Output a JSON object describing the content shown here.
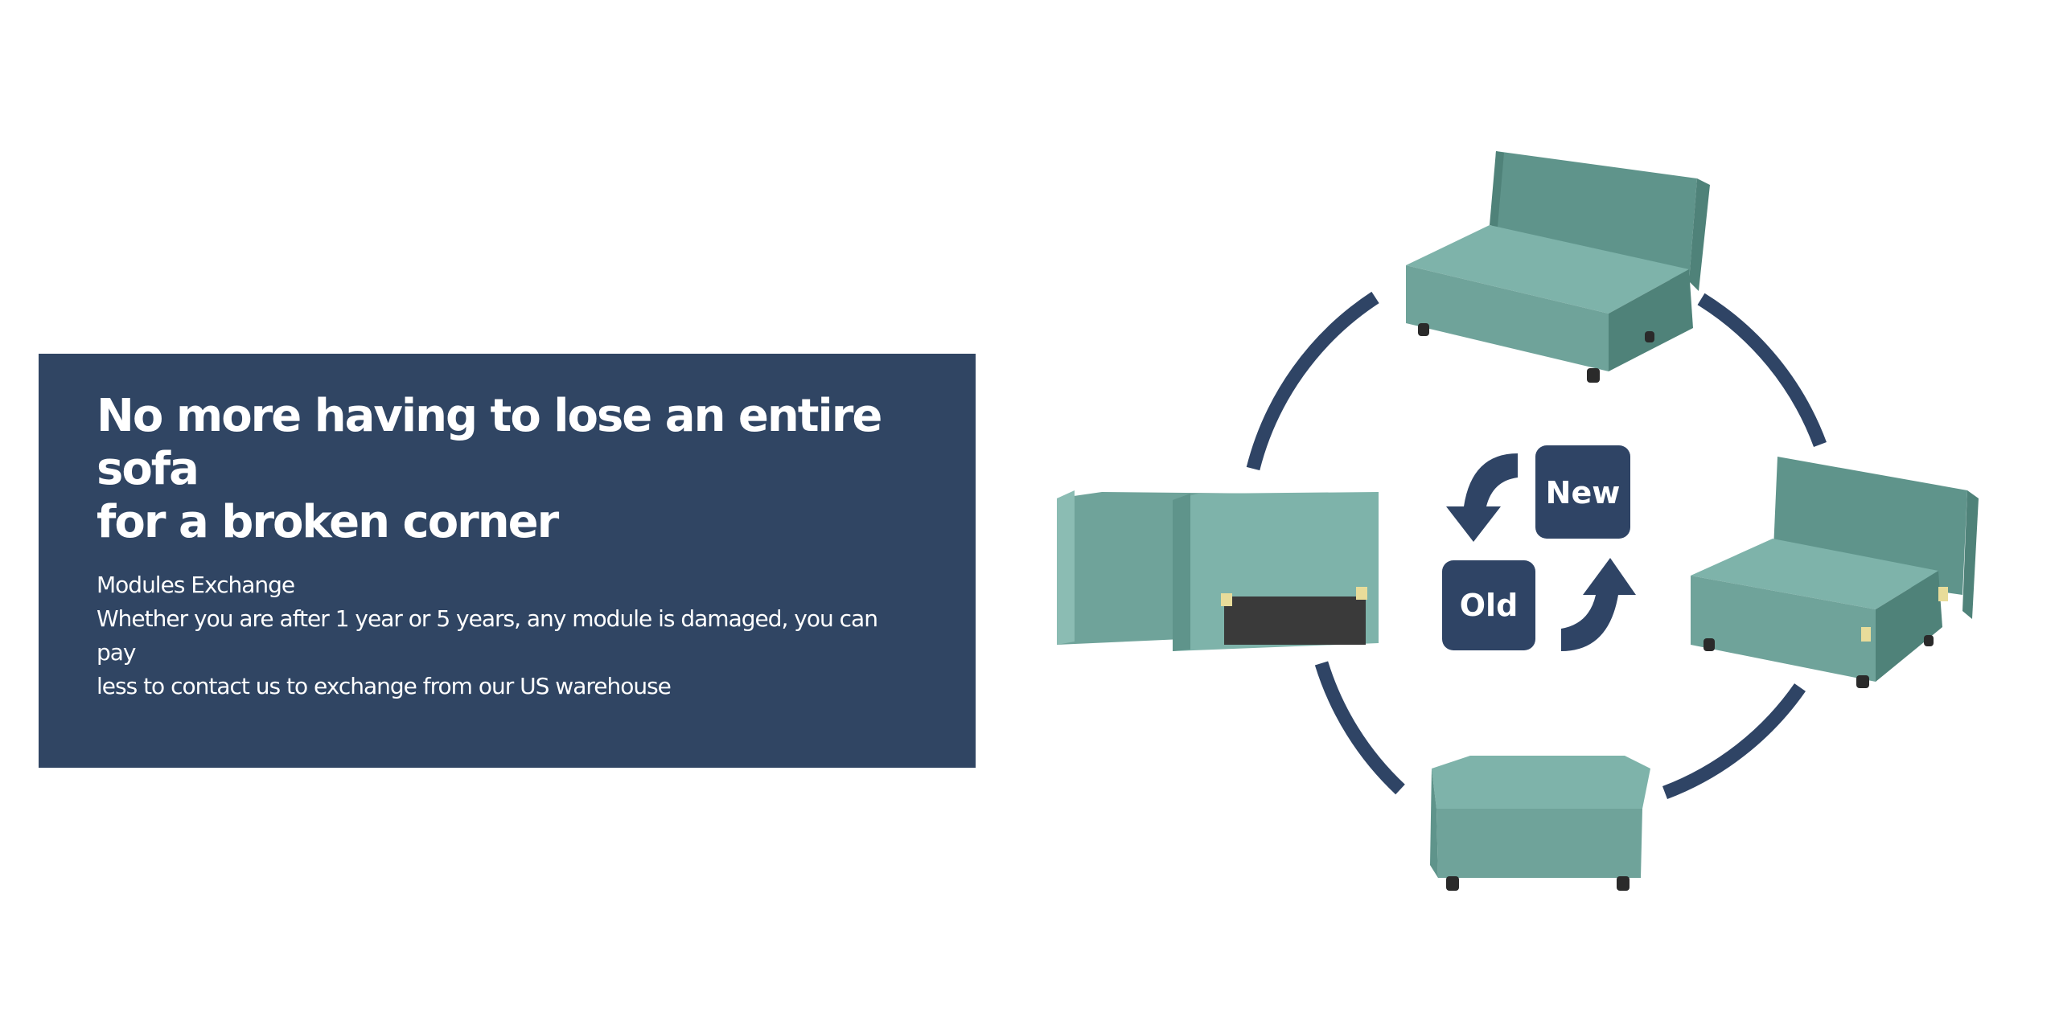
{
  "panel": {
    "headline_line1": "No more having to lose an entire sofa",
    "headline_line2": "for a broken corner",
    "subheading": "Modules Exchange",
    "body_line1": "Whether you are after 1 year or 5 years, any module is damaged, you can pay",
    "body_line2": "less to contact us to exchange from our US warehouse"
  },
  "diagram": {
    "new_label": "New",
    "old_label": "Old"
  },
  "colors": {
    "panel_bg": "#304563",
    "accent_navy": "#2f4465",
    "sofa_teal": "#6fa39a",
    "sofa_teal_dark": "#4f8279",
    "sofa_teal_light": "#8bbcb3",
    "leg_color": "#2a2a2a"
  }
}
